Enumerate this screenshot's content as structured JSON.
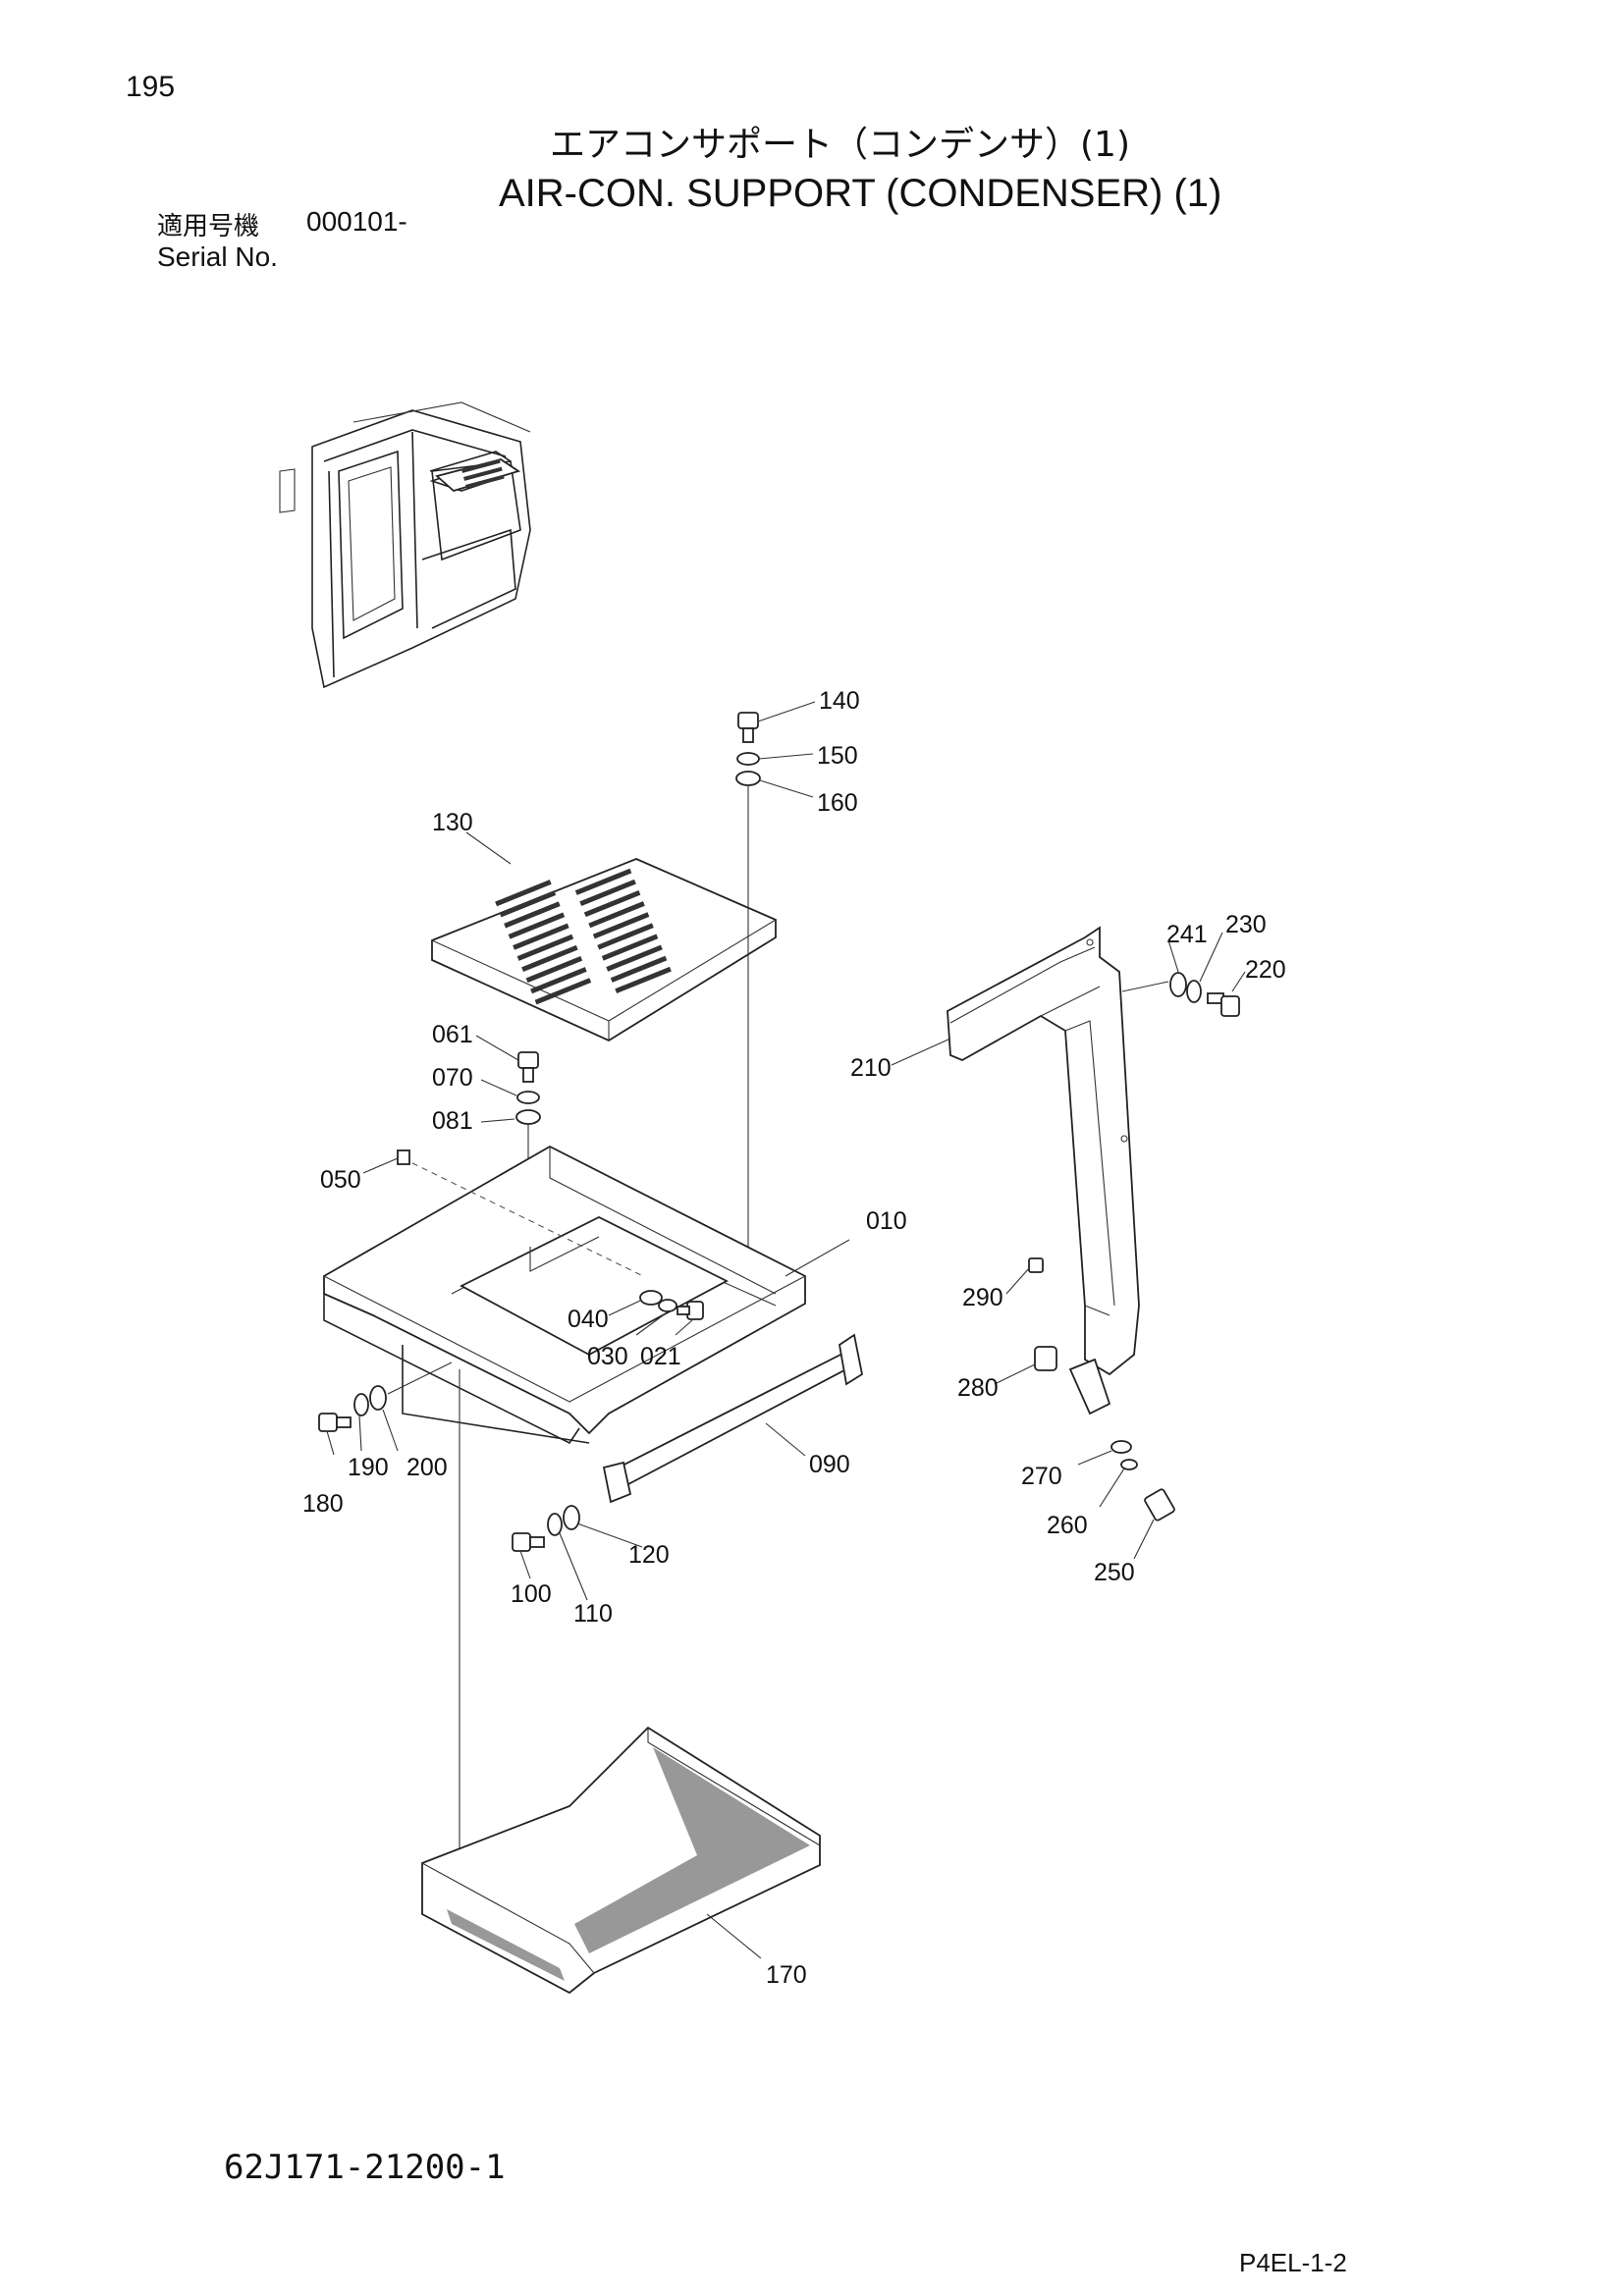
{
  "header": {
    "page_number": "195",
    "title_ja": "エアコンサポート（コンデンサ）(1)",
    "title_en": "AIR-CON. SUPPORT (CONDENSER) (1)",
    "serial_label_ja": "適用号機",
    "serial_value": "000101-",
    "serial_label_en": "Serial No."
  },
  "parts": [
    {
      "id": "p140",
      "label": "140"
    },
    {
      "id": "p150",
      "label": "150"
    },
    {
      "id": "p160",
      "label": "160"
    },
    {
      "id": "p130",
      "label": "130"
    },
    {
      "id": "p241",
      "label": "241"
    },
    {
      "id": "p230",
      "label": "230"
    },
    {
      "id": "p220",
      "label": "220"
    },
    {
      "id": "p061",
      "label": "061"
    },
    {
      "id": "p070",
      "label": "070"
    },
    {
      "id": "p081",
      "label": "081"
    },
    {
      "id": "p210",
      "label": "210"
    },
    {
      "id": "p050",
      "label": "050"
    },
    {
      "id": "p010",
      "label": "010"
    },
    {
      "id": "p290",
      "label": "290"
    },
    {
      "id": "p040",
      "label": "040"
    },
    {
      "id": "p030",
      "label": "030"
    },
    {
      "id": "p021",
      "label": "021"
    },
    {
      "id": "p280",
      "label": "280"
    },
    {
      "id": "p190",
      "label": "190"
    },
    {
      "id": "p200",
      "label": "200"
    },
    {
      "id": "p090",
      "label": "090"
    },
    {
      "id": "p180",
      "label": "180"
    },
    {
      "id": "p270",
      "label": "270"
    },
    {
      "id": "p260",
      "label": "260"
    },
    {
      "id": "p120",
      "label": "120"
    },
    {
      "id": "p100",
      "label": "100"
    },
    {
      "id": "p110",
      "label": "110"
    },
    {
      "id": "p250",
      "label": "250"
    },
    {
      "id": "p170",
      "label": "170"
    }
  ],
  "footer": {
    "drawing_number": "62J171-21200-1",
    "page_code": "P4EL-1-2"
  }
}
